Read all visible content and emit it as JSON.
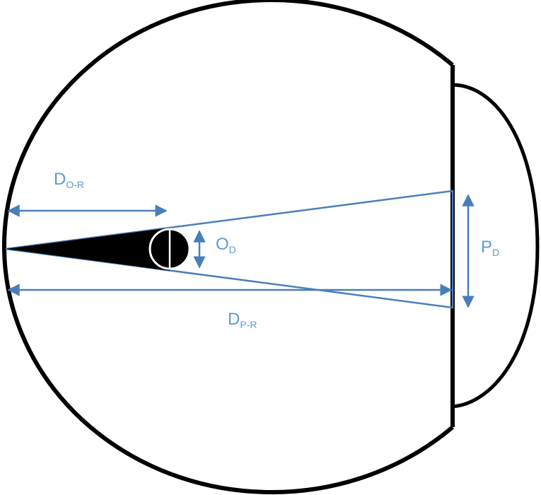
{
  "colors": {
    "outline": "#000000",
    "accent": "#4a7ebb",
    "label": "#5b9bd5"
  },
  "labels": {
    "d_or": {
      "main": "D",
      "sub": "O-R"
    },
    "o_d": {
      "main": "O",
      "sub": "D"
    },
    "p_d": {
      "main": "P",
      "sub": "D"
    },
    "d_pr": {
      "main": "D",
      "sub": "P-R"
    }
  }
}
